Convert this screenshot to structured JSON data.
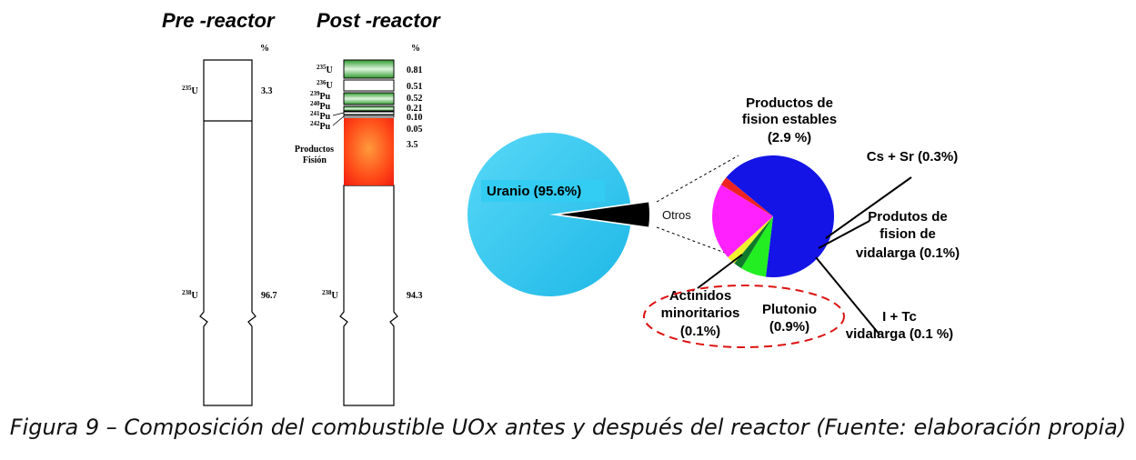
{
  "pre_reactor": {
    "title": "Pre -reactor",
    "percent_header": "%",
    "isotopes": [
      {
        "mass": "235",
        "element": "U",
        "value": "3.3"
      },
      {
        "mass": "238",
        "element": "U",
        "value": "96.7"
      }
    ]
  },
  "post_reactor": {
    "title": "Post -reactor",
    "percent_header": "%",
    "isotopes": [
      {
        "mass": "235",
        "element": "U",
        "value": "0.81"
      },
      {
        "mass": "236",
        "element": "U",
        "value": "0.51"
      },
      {
        "mass": "239",
        "element": "Pu",
        "value": "0.52"
      },
      {
        "mass": "240",
        "element": "Pu",
        "value": "0.21"
      },
      {
        "mass": "241",
        "element": "Pu",
        "value": "0.10"
      },
      {
        "mass": "242",
        "element": "Pu",
        "value": "0.05"
      }
    ],
    "fission_products": {
      "label_line1": "Productos",
      "label_line2": "Fisión",
      "value": "3.5"
    },
    "u238": {
      "mass": "238",
      "element": "U",
      "value": "94.3"
    }
  },
  "chart_data": {
    "type": "pie",
    "main_pie": {
      "slices": [
        {
          "label": "Uranio (95.6%)",
          "value": 95.6,
          "color": "#33ccf2"
        },
        {
          "label": "Otros",
          "value": 4.4,
          "color": "#000000"
        }
      ]
    },
    "detail_pie": {
      "slices": [
        {
          "label_lines": [
            "Productos de",
            "fision estables",
            "(2.9 %)"
          ],
          "value": 2.9,
          "color": "#1414e6"
        },
        {
          "label_lines": [
            "Cs + Sr (0.3%)"
          ],
          "value": 0.3,
          "color": "#22ee22"
        },
        {
          "label_lines": [
            "Produtos de",
            "fision de",
            "vidalarga (0.1%)"
          ],
          "value": 0.1,
          "color": "#0f7a2a"
        },
        {
          "label_lines": [
            "I + Tc",
            "vidalarga (0.1 %)"
          ],
          "value": 0.1,
          "color": "#f2f22e"
        },
        {
          "label_lines": [
            "Plutonio",
            "(0.9%)"
          ],
          "value": 0.9,
          "color": "#ff22ff"
        },
        {
          "label_lines": [
            "Actinidos",
            "minoritarios",
            "(0.1%)"
          ],
          "value": 0.1,
          "color": "#ee2222"
        }
      ]
    }
  },
  "caption": "Figura 9 – Composición del combustible UOx antes y después del reactor  (Fuente: elaboración propia)"
}
